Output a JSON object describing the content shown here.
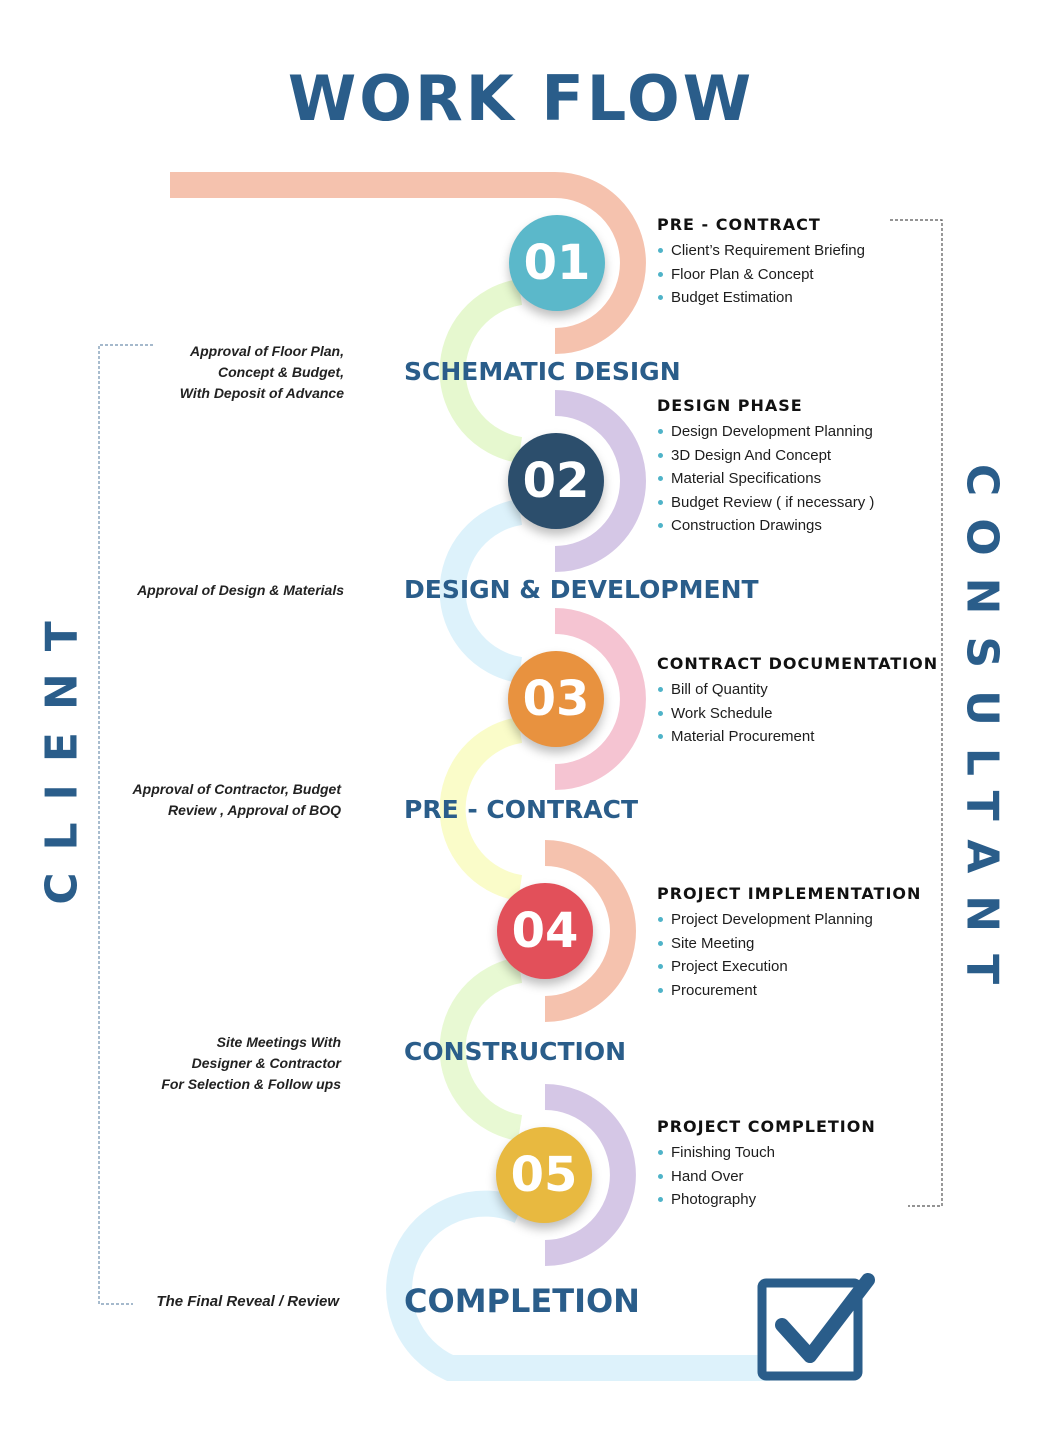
{
  "title": "WORK FLOW",
  "colors": {
    "heading": "#2a5d8a",
    "bullet": "#4fb3c8"
  },
  "side_labels": {
    "left": "CLIENT",
    "right": "CONSULTANT"
  },
  "steps": [
    {
      "number": "01",
      "color": "#5bb8ca",
      "heading": "PRE - CONTRACT",
      "items": [
        "Client’s Requirement Briefing",
        "Floor Plan & Concept",
        "Budget Estimation"
      ]
    },
    {
      "number": "02",
      "color": "#2c4e6c",
      "heading": "DESIGN PHASE",
      "items": [
        "Design Development Planning",
        "3D Design And Concept",
        "Material Specifications",
        "Budget Review ( if necessary )",
        "Construction Drawings"
      ]
    },
    {
      "number": "03",
      "color": "#e8923f",
      "heading": "CONTRACT DOCUMENTATION",
      "items": [
        "Bill of Quantity",
        "Work Schedule",
        "Material Procurement"
      ]
    },
    {
      "number": "04",
      "color": "#e2505a",
      "heading": "PROJECT IMPLEMENTATION",
      "items": [
        "Project Development Planning",
        "Site Meeting",
        "Project Execution",
        "Procurement"
      ]
    },
    {
      "number": "05",
      "color": "#e8b940",
      "heading": "PROJECT COMPLETION",
      "items": [
        "Finishing Touch",
        "Hand Over",
        "Photography"
      ]
    }
  ],
  "stages": [
    "SCHEMATIC DESIGN",
    "DESIGN & DEVELOPMENT",
    "PRE - CONTRACT",
    "CONSTRUCTION",
    "COMPLETION"
  ],
  "client_notes": [
    [
      "Approval of Floor Plan,",
      "Concept & Budget,",
      "With Deposit of Advance"
    ],
    [
      "Approval of Design & Materials"
    ],
    [
      "Approval of Contractor, Budget",
      "Review , Approval of BOQ"
    ],
    [
      "Site Meetings With",
      "Designer & Contractor",
      "For Selection & Follow ups"
    ],
    [
      "The Final Reveal / Review"
    ]
  ],
  "icons": {
    "final": "checkbox-checked-icon"
  }
}
